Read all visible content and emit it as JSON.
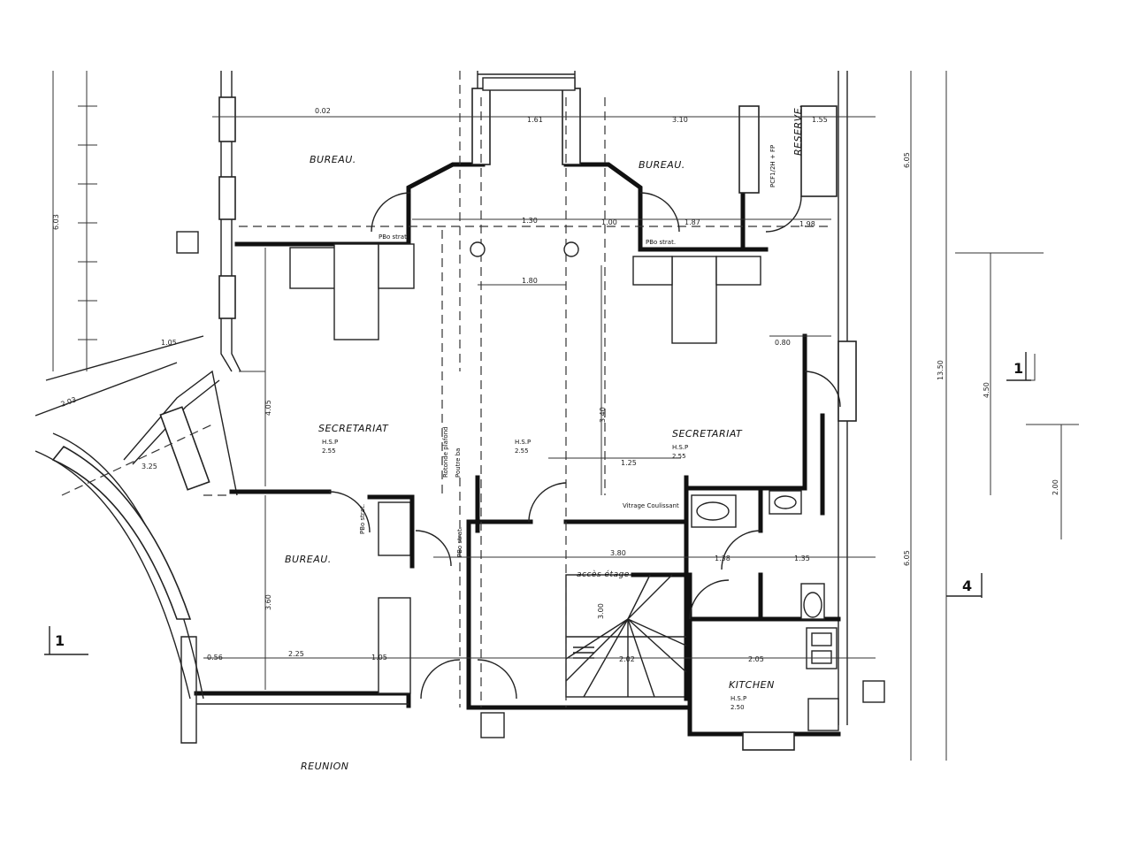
{
  "rooms": {
    "bureau_nw": "BUREAU.",
    "bureau_ne": "BUREAU.",
    "bureau_w": "BUREAU.",
    "secretariat_c": "SECRETARIAT",
    "secretariat_e": "SECRETARIAT",
    "kitchen": "KITCHEN",
    "reserve": "RESERVE.",
    "reunion": "REUNION"
  },
  "labels": {
    "hsp_c1": "H.S.P",
    "hsp_c1_val": "2.55",
    "hsp_c2": "H.S.P",
    "hsp_c2_val": "2.55",
    "hsp_e": "H.S.P",
    "hsp_e_val": "2.55",
    "hsp_k": "H.S.P",
    "hsp_k_val": "2.50",
    "acces_etage": "accès étage",
    "rotonde": "Rotonde plafond",
    "poutre": "Poutre ba",
    "vitrage": "Vitrage Coulissant",
    "pbo_1": "PBo strat.",
    "pbo_2": "PBo strat.",
    "pbo_3": "PBo strat.",
    "pbo_4": "PBo strat.",
    "pcf": "PCF1/2H + FP"
  },
  "markers": {
    "left": "1",
    "right_1": "1",
    "right_4": "4"
  },
  "dimensions": {
    "d_0_02": "0.02",
    "d_1_61": "1.61",
    "d_3_10": "3.10",
    "d_1_55": "1.55",
    "d_3_40": "3.40",
    "d_1_30": "1.30",
    "d_1_00": "1.00",
    "d_1_87": "1.87",
    "d_1_80": "1.80",
    "d_1_98": "1.98",
    "d_6_05": "6.05",
    "d_13_50": "13.50",
    "d_6_05b": "6.05",
    "d_4_50": "4.50",
    "d_2_00": "2.00",
    "d_6_03": "6.03",
    "d_1_05": "1.05",
    "d_2_03": "2.03",
    "d_4_05": "4.05",
    "d_3_25": "3.25",
    "d_3_60": "3.60",
    "d_2_25": "2.25",
    "d_0_56": "0.56",
    "d_1_05b": "1.05",
    "d_3_80": "3.80",
    "d_1_38": "1.38",
    "d_1_35": "1.35",
    "d_2_05": "2.05",
    "d_2_02": "2.02",
    "d_3_00": "3.00",
    "d_0_80": "0.80",
    "d_1_25": "1.25"
  }
}
